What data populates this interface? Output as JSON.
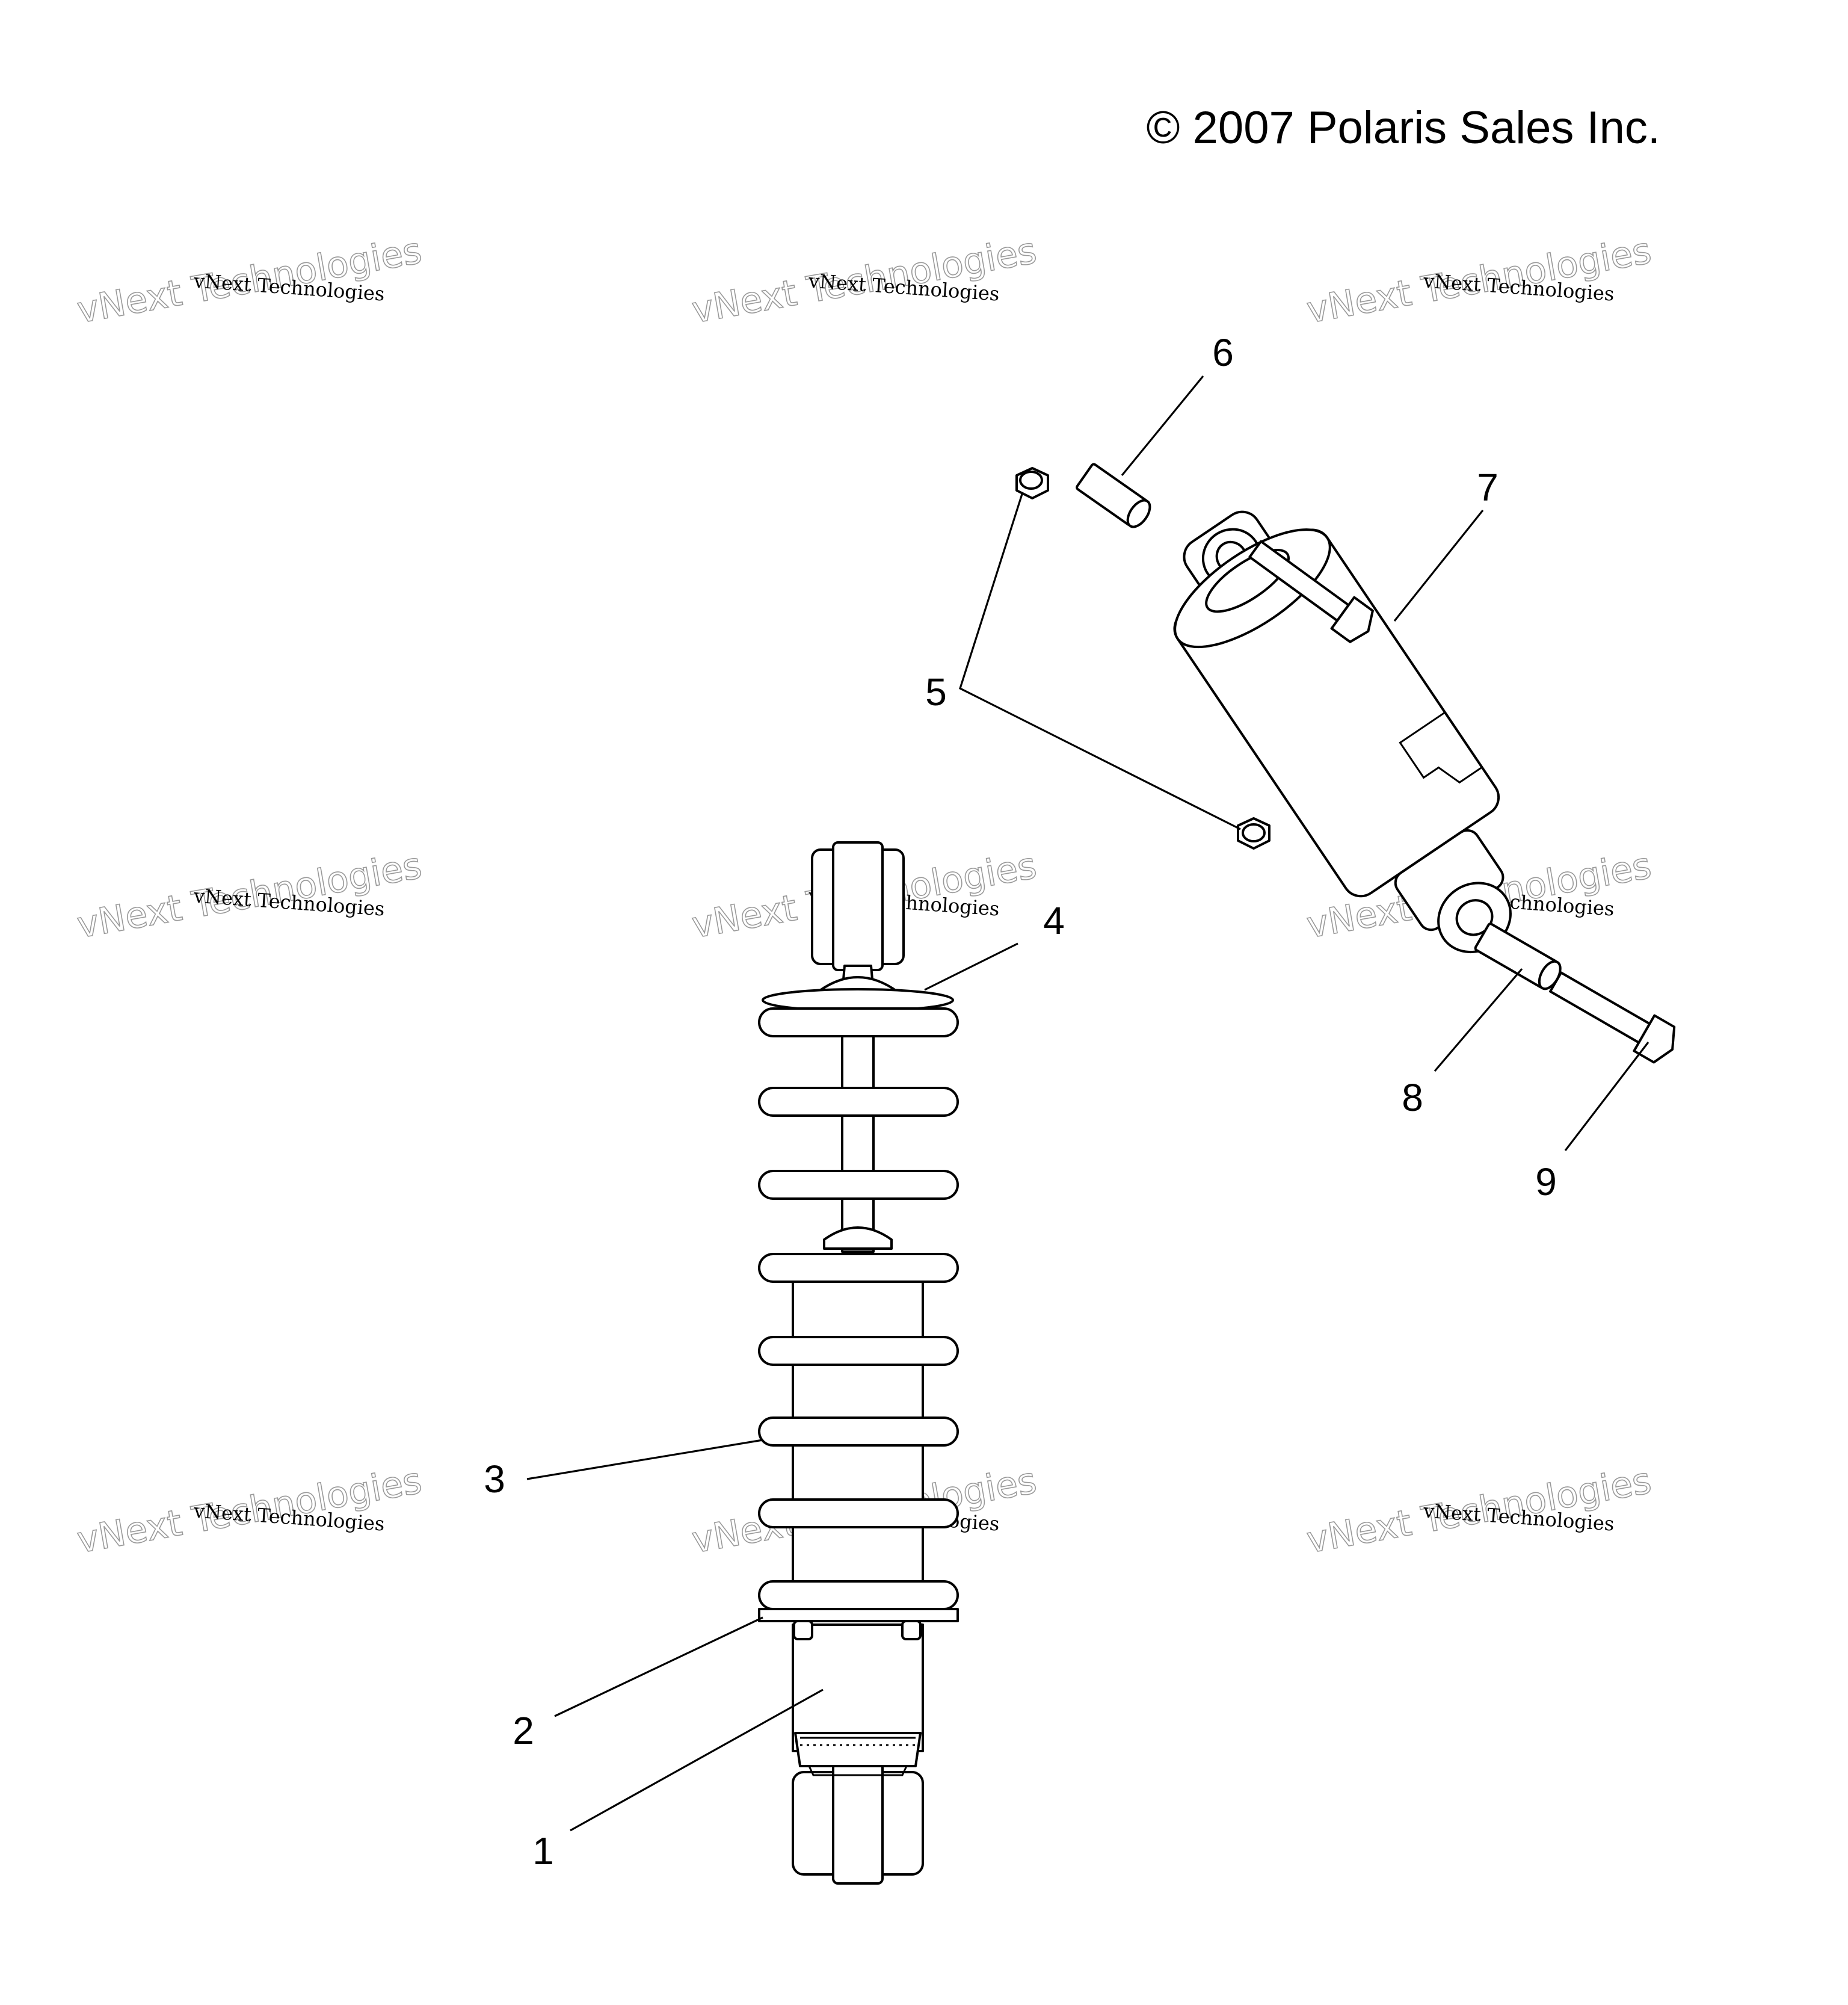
{
  "copyright": "© 2007 Polaris Sales Inc.",
  "watermark": {
    "line1": "vNext Technologies",
    "line2": "vNext Technologies"
  },
  "callouts": [
    "1",
    "2",
    "3",
    "4",
    "5",
    "6",
    "7",
    "8",
    "9"
  ]
}
